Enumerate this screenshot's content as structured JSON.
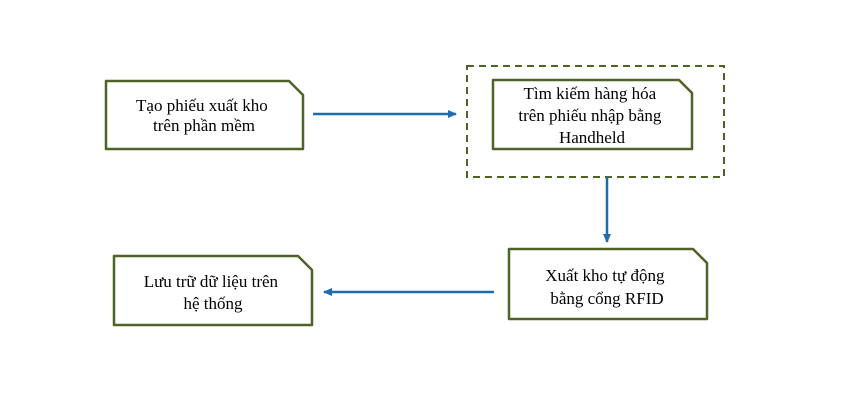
{
  "colors": {
    "box_border": "#4f6228",
    "group_border": "#4f6228",
    "arrow": "#1f6bb0",
    "text": "#000000",
    "background": "#ffffff"
  },
  "nodes": {
    "create_slip": {
      "lines": [
        "Tạo phiếu xuất kho",
        "trên phần mềm"
      ]
    },
    "search_goods": {
      "lines": [
        "Tìm kiếm hàng hóa",
        "trên  phiếu nhập bằng",
        "Handheld"
      ]
    },
    "auto_export": {
      "lines": [
        "Xuất kho tự động",
        "bằng cổng RFID"
      ]
    },
    "store_data": {
      "lines": [
        "Lưu trữ dữ liệu trên",
        "hệ thống"
      ]
    }
  }
}
